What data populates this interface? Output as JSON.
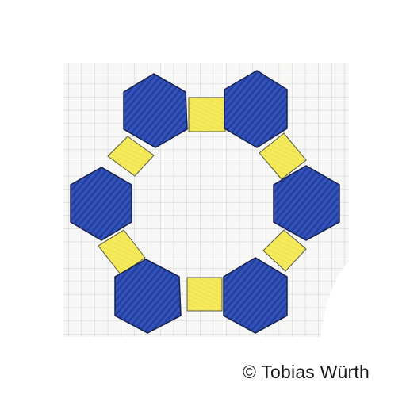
{
  "credit": "© Tobias Würth",
  "colors": {
    "paper": "#f7f7f6",
    "grid_line": "#c9ccd2",
    "hexagon_fill": "#2e4db3",
    "hexagon_outline": "#15204a",
    "connector_fill": "#f4ea5c",
    "connector_outline": "#555544",
    "torn_corner": "#ffffff"
  },
  "shapes": {
    "hexagon_count": 6,
    "connector_count": 6,
    "hexagon_icon": "blue-hexagon",
    "connector_icon": "yellow-square"
  }
}
